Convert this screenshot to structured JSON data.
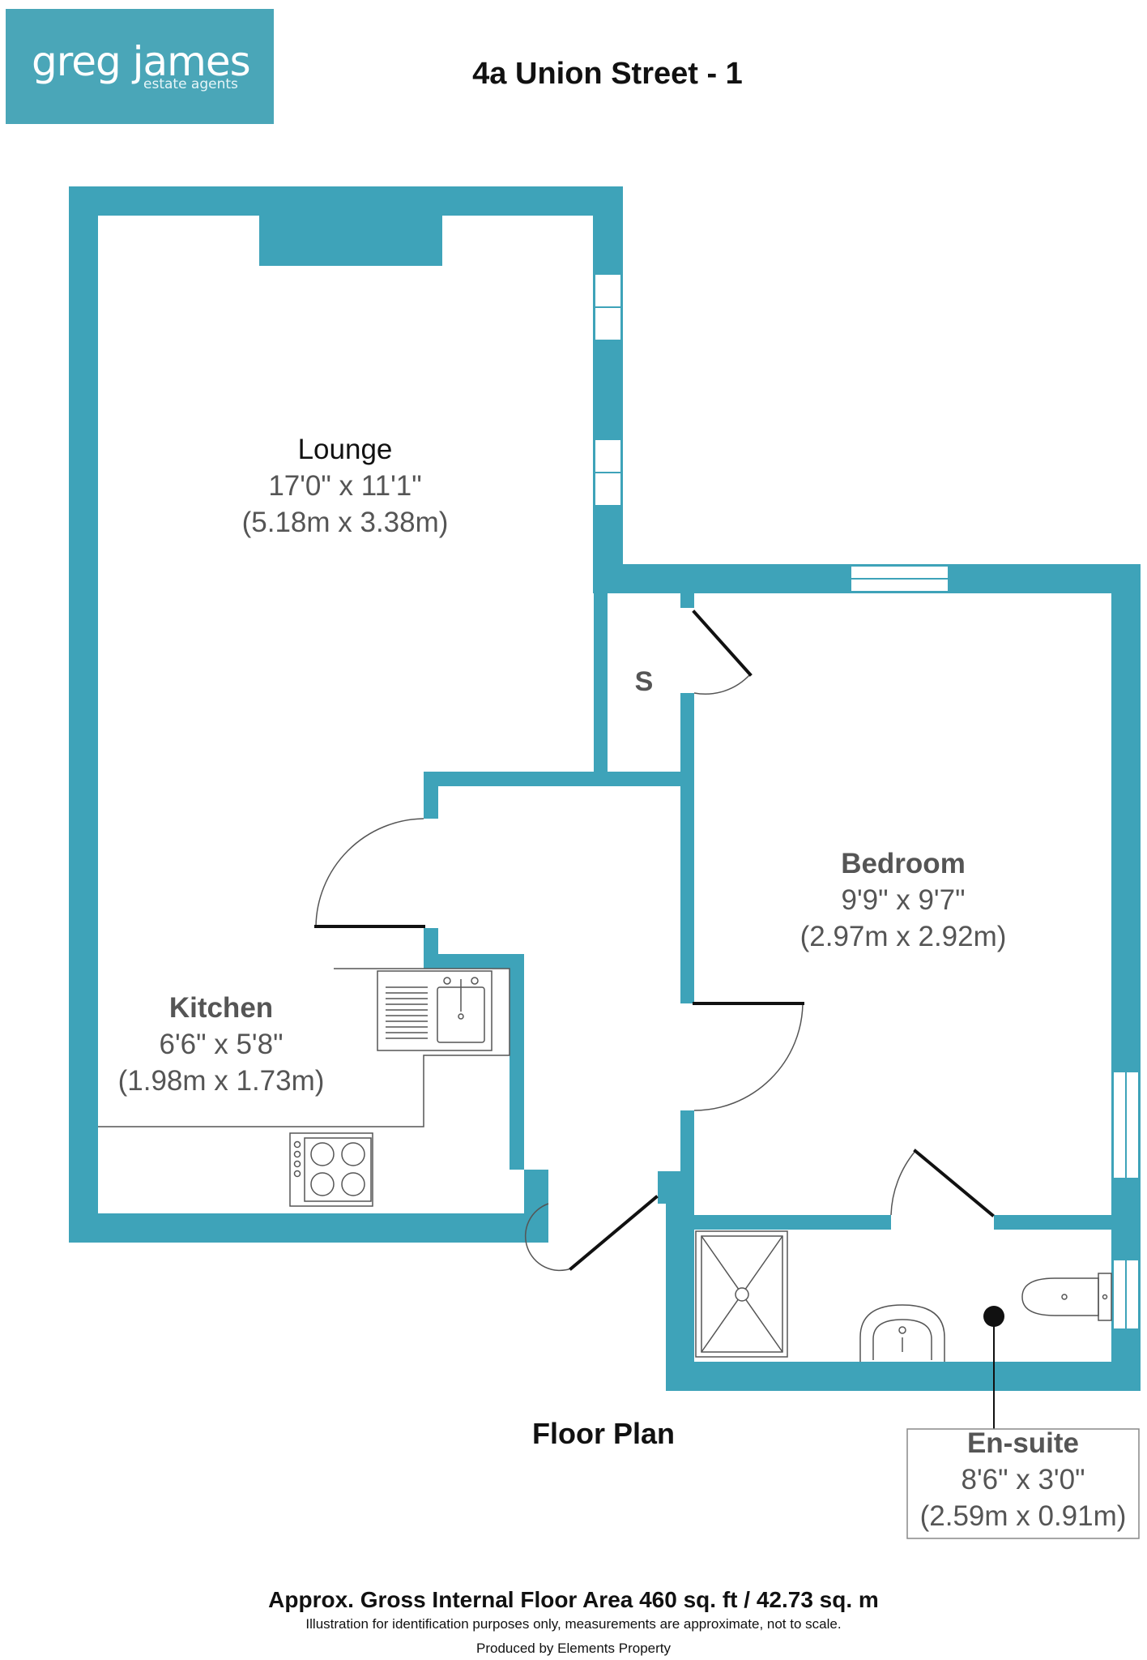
{
  "brand": {
    "name": "greg james",
    "tagline": "estate agents"
  },
  "title": "4a Union Street - 1",
  "rooms": {
    "lounge": {
      "name": "Lounge",
      "dim_imperial": "17'0\" x 11'1\"",
      "dim_metric": "(5.18m x 3.38m)"
    },
    "bedroom": {
      "name": "Bedroom",
      "dim_imperial": "9'9\" x 9'7\"",
      "dim_metric": "(2.97m x 2.92m)"
    },
    "kitchen": {
      "name": "Kitchen",
      "dim_imperial": "6'6\" x 5'8\"",
      "dim_metric": "(1.98m x 1.73m)"
    },
    "ensuite": {
      "name": "En-suite",
      "dim_imperial": "8'6\" x 3'0\"",
      "dim_metric": "(2.59m x 0.91m)"
    },
    "storage": {
      "name": "S"
    }
  },
  "plan_label": "Floor Plan",
  "footer": {
    "area": "Approx. Gross Internal Floor Area 460 sq. ft / 42.73 sq. m",
    "disclaimer": "Illustration for identification purposes only, measurements are approximate, not to scale.",
    "produced_by": "Produced by Elements Property"
  },
  "colors": {
    "wall": "#3ea3b9",
    "logo_bg": "#4aa6b8",
    "line": "#111111",
    "fixture": "#555555"
  }
}
